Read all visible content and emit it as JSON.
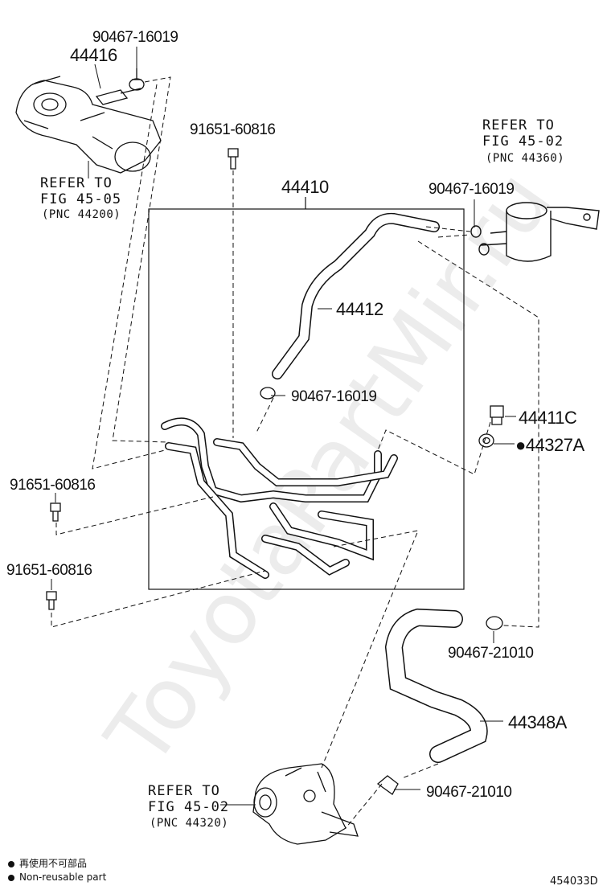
{
  "watermark": "ToyotaPartMir.ru",
  "labels": {
    "p9046716019_top": "90467-16019",
    "p44416": "44416",
    "refer_left_1": "REFER TO",
    "refer_left_2": "FIG 45-05",
    "refer_left_3": "(PNC 44200)",
    "p9165160816_top": "91651-60816",
    "p44410": "44410",
    "refer_right_1": "REFER TO",
    "refer_right_2": "FIG 45-02",
    "refer_right_3": "(PNC 44360)",
    "p9046716019_right": "90467-16019",
    "p44412": "44412",
    "p9046716019_mid": "90467-16019",
    "p44411C": "44411C",
    "p44327A": "●44327A",
    "p9165160816_left1": "91651-60816",
    "p9165160816_left2": "91651-60816",
    "p9046721010_a": "90467-21010",
    "p44348A": "44348A",
    "refer_bottom_1": "REFER TO",
    "refer_bottom_2": "FIG 45-02",
    "refer_bottom_3": "(PNC 44320)",
    "p9046721010_b": "90467-21010"
  },
  "legend": {
    "line1": "再使用不可部品",
    "line2": "Non-reusable part"
  },
  "diagram_id": "454033D",
  "colors": {
    "ink": "#111111"
  }
}
